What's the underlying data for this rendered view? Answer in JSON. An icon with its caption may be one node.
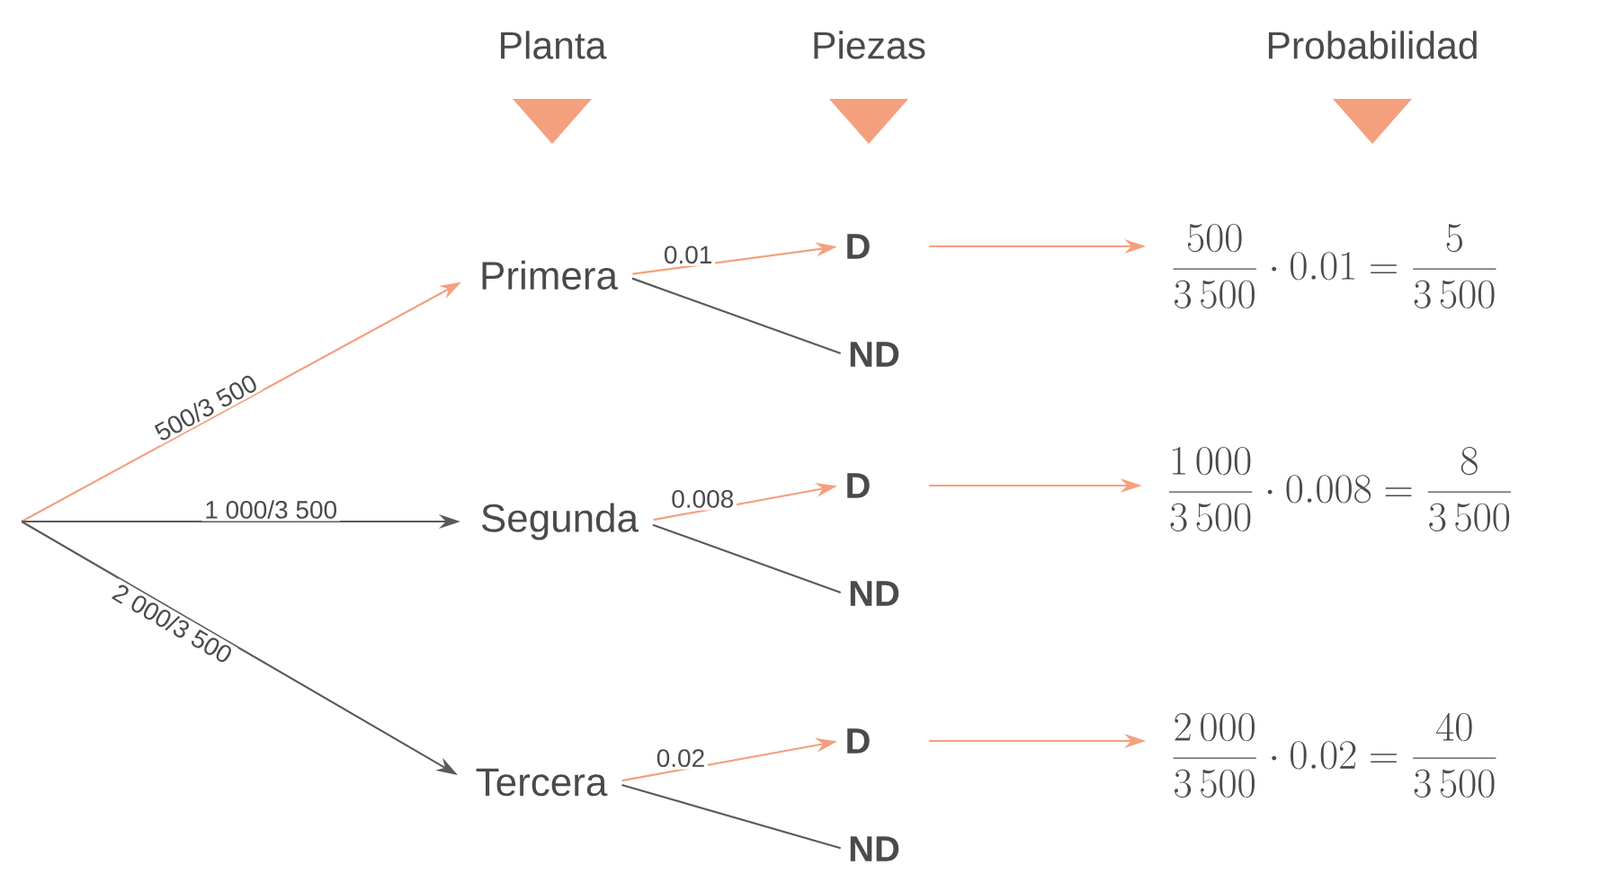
{
  "diagram": {
    "nodes": [
      {
        "text": [
          "Primera"
        ]
      },
      {
        "text": [
          "Segunda"
        ]
      },
      {
        "text": [
          "Tercera"
        ]
      },
      {
        "text": [
          "D"
        ]
      },
      {
        "text": [
          "ND"
        ]
      },
      {
        "text": [
          "D"
        ]
      },
      {
        "text": [
          "ND"
        ]
      },
      {
        "text": [
          "D"
        ]
      },
      {
        "text": [
          "ND"
        ]
      },
      {
        "text": [
          "\\frac{500}{3\\,500}\\cdot 0.01=\\frac{5}{3\\,500}"
        ]
      },
      {
        "text": [
          "\\frac{1\\,000}{3\\,500}\\cdot 0.008=\\frac{8}{3\\,500}"
        ]
      },
      {
        "text": [
          "\\frac{2\\,000}{3\\,500}\\cdot 0.02=\\frac{40}{3\\,500}"
        ]
      }
    ],
    "edges": [
      {
        "from": null,
        "to": 0,
        "arrow": "to",
        "label": "500/3 500"
      },
      {
        "from": null,
        "to": 1,
        "arrow": "to",
        "label": "1 000/3 500",
        "color": "#5a5a5a"
      },
      {
        "from": null,
        "to": 2,
        "arrow": "to",
        "label": "2 000/3 500",
        "color": "#5a5a5a"
      },
      {
        "from": 0,
        "to": 3,
        "arrow": "to",
        "label": "0.01"
      },
      {
        "from": 0,
        "to": 4,
        "arrow": "none",
        "color": "#5a5a5a"
      },
      {
        "from": 1,
        "to": 5,
        "arrow": "to",
        "label": "0.008"
      },
      {
        "from": 1,
        "to": 6,
        "arrow": "none",
        "color": "#5a5a5a"
      },
      {
        "from": 2,
        "to": 7,
        "arrow": "to",
        "label": "0.02"
      },
      {
        "from": 2,
        "to": 8,
        "arrow": "none",
        "color": "#5a5a5a"
      },
      {
        "from": 3,
        "to": 9,
        "arrow": "to"
      },
      {
        "from": 5,
        "to": 10,
        "arrow": "to"
      },
      {
        "from": 7,
        "to": 11,
        "arrow": "to"
      }
    ],
    "labels": [
      "Planta",
      "Piezas",
      "Probabilidad"
    ]
  }
}
